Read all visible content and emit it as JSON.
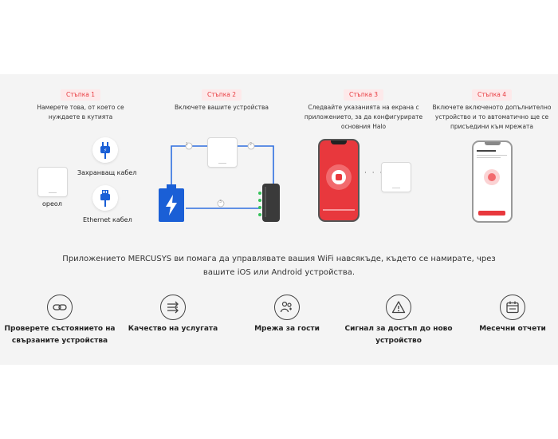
{
  "steps": [
    {
      "badge": "Стъпка 1",
      "desc": "Намерете това, от което се нуждаете в кутията"
    },
    {
      "badge": "Стъпка 2",
      "desc": "Включете вашите устройства"
    },
    {
      "badge": "Стъпка 3",
      "desc": "Следвайте указанията на екрана с приложението, за да конфигурирате основния Halo"
    },
    {
      "badge": "Стъпка 4",
      "desc": "Включете включеното допълнително устройство и то автоматично ще се присъедини към мрежата"
    }
  ],
  "kit": {
    "device_label": "ореол",
    "power_label": "Захранващ кабел",
    "ethernet_label": "Ethernet кабел"
  },
  "wiring": {
    "markers": [
      "1",
      "2",
      "3"
    ]
  },
  "intro_text": "Приложението MERCUSYS ви помага да управлявате вашия WiFi навсякъде, където се намирате, чрез вашите iOS или Android устройства.",
  "features": [
    {
      "icon": "connection-icon",
      "label": "Проверете състоянието на свързаните устройства"
    },
    {
      "icon": "qos-icon",
      "label": "Качество на услугата"
    },
    {
      "icon": "guest-network-icon",
      "label": "Мрежа за гости"
    },
    {
      "icon": "warning-icon",
      "label": "Сигнал за достъп до ново устройство"
    },
    {
      "icon": "calendar-icon",
      "label": "Месечни отчети"
    }
  ],
  "colors": {
    "accent": "#e8383d",
    "badge_bg": "#fde9ea",
    "power_blue": "#1a5fd6",
    "wire_blue": "#2f6fe0",
    "band": "#f4f4f4"
  }
}
